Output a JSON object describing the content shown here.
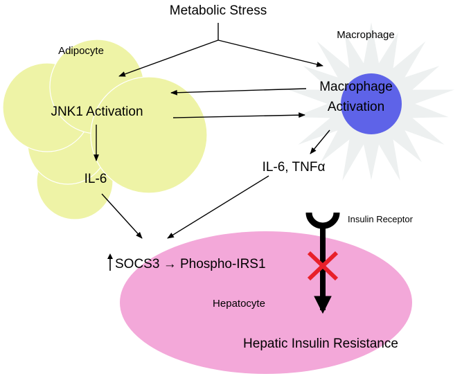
{
  "title": "Metabolic Stress",
  "adipocyte": {
    "label": "Adipocyte",
    "jnk": "JNK1 Activation",
    "il6": "IL-6"
  },
  "macrophage": {
    "label": "Macrophage",
    "activation_line1": "Macrophage",
    "activation_line2": "Activation",
    "cytokines": "IL-6, TNFα"
  },
  "hepatocyte": {
    "label": "Hepatocyte",
    "socs3": "SOCS3 → Phospho-IRS1",
    "resistance": "Hepatic Insulin Resistance",
    "receptor": "Insulin Receptor"
  },
  "colors": {
    "adipocyte_fill": "#EEF3A6",
    "adipocyte_stroke": "#ffffff",
    "macrophage_burst": "#EDF0F0",
    "macrophage_cell": "#5E63E8",
    "hepatocyte_fill": "#F3A8D9",
    "block_x": "#E8202A",
    "arrow": "#000000"
  }
}
